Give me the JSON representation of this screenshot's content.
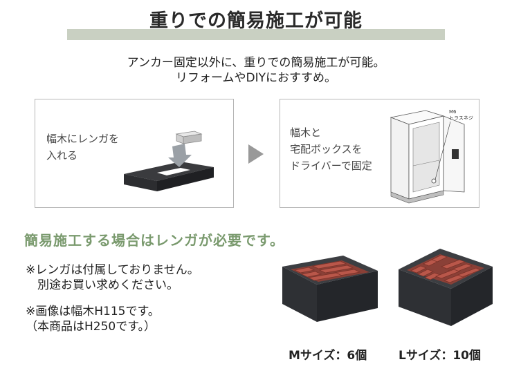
{
  "header": {
    "title": "重りでの簡易施工が可能",
    "accent_band_color": "#c9d0c2"
  },
  "intro": {
    "line1": "アンカー固定以外に、重りでの簡易施工が可能。",
    "line2": "リフォームやDIYにおすすめ。"
  },
  "step1": {
    "line1": "幅木にレンガを",
    "line2": "入れる"
  },
  "step2": {
    "line1": "幅木と",
    "line2": "宅配ボックスを",
    "line3": "ドライバーで固定",
    "callout_top": "M6",
    "callout_bottom": "トラスネジ"
  },
  "section": {
    "heading": "簡易施工する場合はレンガが必要です。",
    "heading_color": "#7a9a6e"
  },
  "notes": {
    "note1_line1": "※レンガは付属しておりません。",
    "note1_line2": "　別途お買い求めください。",
    "note2_line1": "※画像は幅木H115です。",
    "note2_line2": "（本商品はH250です。）"
  },
  "products": {
    "m_caption": "Mサイズ：6個",
    "l_caption": "Lサイズ：10個",
    "brick_color": "#b9574a",
    "frame_color": "#3c3e42"
  }
}
